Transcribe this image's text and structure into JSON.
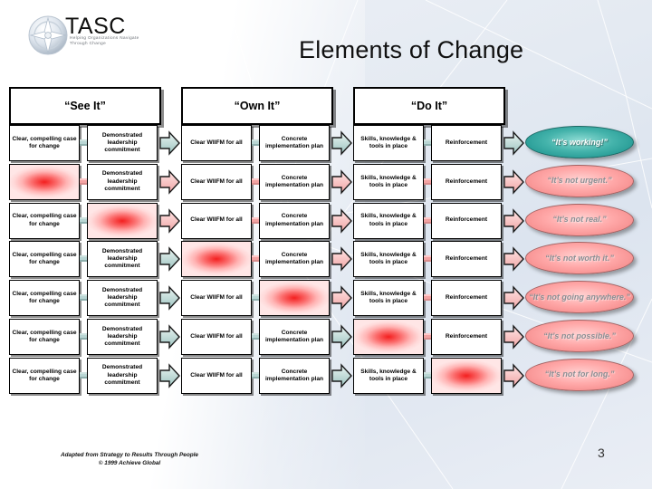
{
  "slide": {
    "title": "Elements of Change",
    "page_number": "3",
    "footer_line1": "Adapted  from  Strategy to Results Through People",
    "footer_line2": "© 1999 Achieve Global"
  },
  "logo": {
    "name": "TASC",
    "tagline": "Helping Organizations Navigate Through Change",
    "icon": "compass-icon"
  },
  "phases": [
    {
      "label": "“See It”"
    },
    {
      "label": "“Own It”"
    },
    {
      "label": "“Do It”"
    }
  ],
  "steps": [
    "Clear, compelling case for change",
    "Demonstrated leadership commitment",
    "Clear WIIFM for all",
    "Concrete implementation plan",
    "Skills, knowledge & tools in place",
    "Reinforcement"
  ],
  "colors": {
    "missing_fill": "#f31f1f",
    "success_oval": "#128a86",
    "failure_oval": "#f07f7f",
    "connector_good": "#b9d6d4",
    "connector_bad": "#f3a3a3"
  },
  "rows": [
    {
      "missing_index": -1,
      "state": "complete",
      "outcome": "“It’s working!”"
    },
    {
      "missing_index": 0,
      "state": "incomplete",
      "outcome": "“It’s not urgent.”"
    },
    {
      "missing_index": 1,
      "state": "incomplete",
      "outcome": "“It’s not real.”"
    },
    {
      "missing_index": 2,
      "state": "incomplete",
      "outcome": "“It’s not worth it.”"
    },
    {
      "missing_index": 3,
      "state": "incomplete",
      "outcome": "“It’s not going anywhere.”"
    },
    {
      "missing_index": 4,
      "state": "incomplete",
      "outcome": "“It’s not possible.”"
    },
    {
      "missing_index": 5,
      "state": "incomplete",
      "outcome": "“It’s not for long.”"
    }
  ]
}
